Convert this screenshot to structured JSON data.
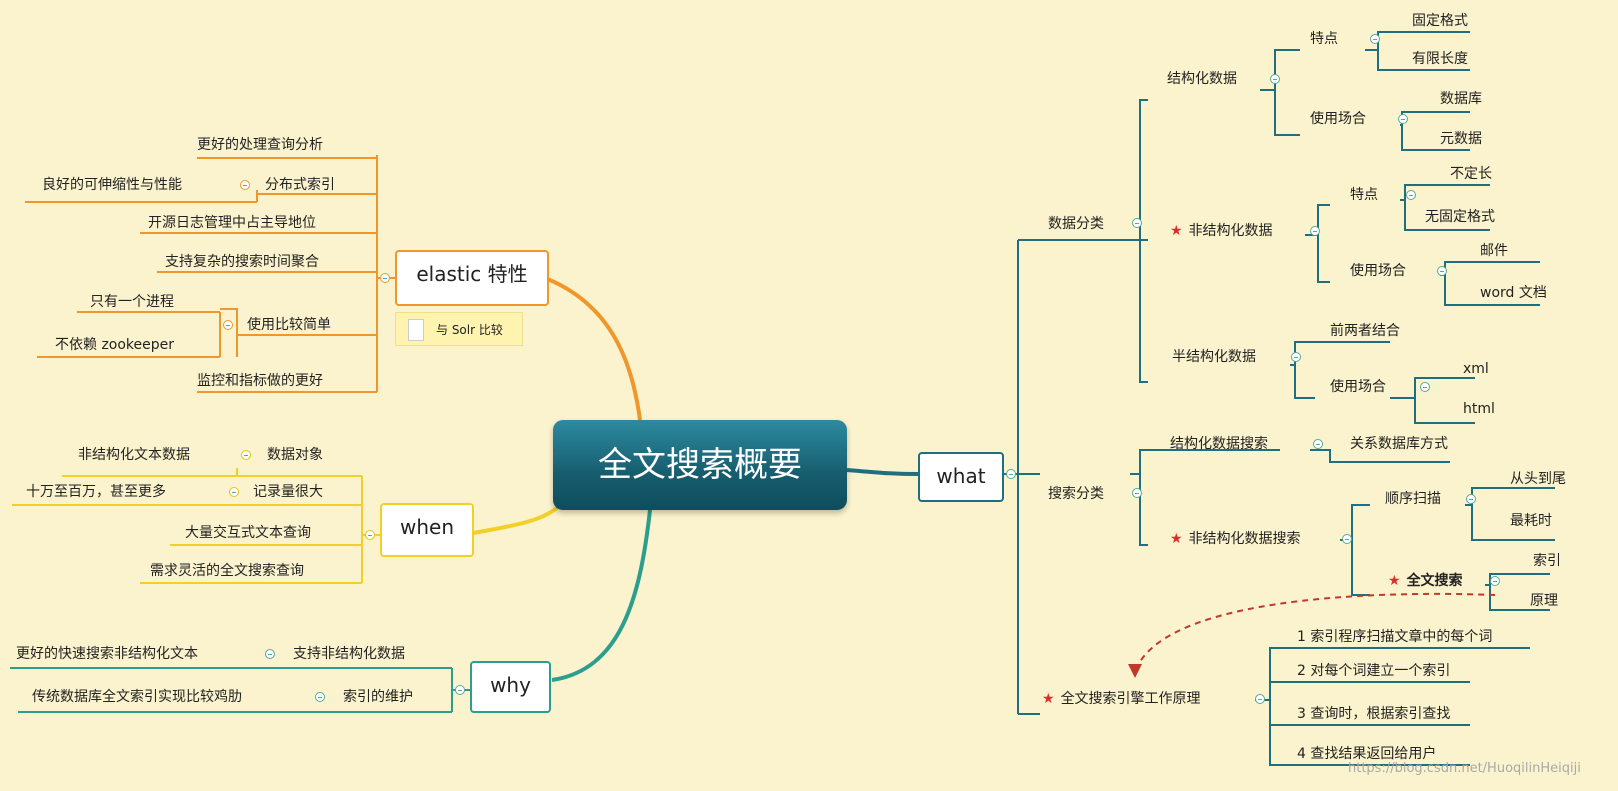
{
  "central": "全文搜索概要",
  "topics": {
    "what": "what",
    "elastic": "elastic 特性",
    "when": "when",
    "why": "why"
  },
  "elastic": {
    "items": [
      "更好的处理查询分析",
      "分布式索引",
      "良好的可伸缩性与性能",
      "开源日志管理中占主导地位",
      "支持复杂的搜索时间聚合",
      "使用比较简单",
      "只有一个进程",
      "不依赖 zookeeper",
      "监控和指标做的更好"
    ],
    "note": "与 Solr 比较"
  },
  "when": {
    "items": [
      "数据对象",
      "非结构化文本数据",
      "记录量很大",
      "十万至百万，甚至更多",
      "大量交互式文本查询",
      "需求灵活的全文搜索查询"
    ]
  },
  "why": {
    "items": [
      "支持非结构化数据",
      "更好的快速搜索非结构化文本",
      "索引的维护",
      "传统数据库全文索引实现比较鸡肋"
    ]
  },
  "what": {
    "data_class": "数据分类",
    "structured": "结构化数据",
    "features": "特点",
    "fixed_format": "固定格式",
    "limited_length": "有限长度",
    "use_cases": "使用场合",
    "database": "数据库",
    "metadata": "元数据",
    "unstructured": "非结构化数据",
    "variable_length": "不定长",
    "no_fixed_format": "无固定格式",
    "mail": "邮件",
    "word_doc": "word 文档",
    "semi_structured": "半结构化数据",
    "combination": "前两者结合",
    "xml": "xml",
    "html": "html",
    "search_class": "搜索分类",
    "structured_search": "结构化数据搜索",
    "relational_db": "关系数据库方式",
    "unstructured_search": "非结构化数据搜索",
    "sequential_scan": "顺序扫描",
    "head_to_tail": "从头到尾",
    "most_time": "最耗时",
    "fulltext_search": "全文搜索",
    "index": "索引",
    "principle": "原理",
    "engine_principle": "全文搜索引擎工作原理",
    "steps": [
      "1  索引程序扫描文章中的每个词",
      "2  对每个词建立一个索引",
      "3  查询时，根据索引查找",
      "4  查找结果返回给用户"
    ]
  },
  "watermark": "https://blog.csdn.net/HuoqilinHeiqiji",
  "colors": {
    "background": "#fbf3cd",
    "orange": "#f0962a",
    "yellow": "#f2d028",
    "teal": "#2b9e8e",
    "dark_teal": "#1f6f80",
    "star": "#d9302a"
  }
}
